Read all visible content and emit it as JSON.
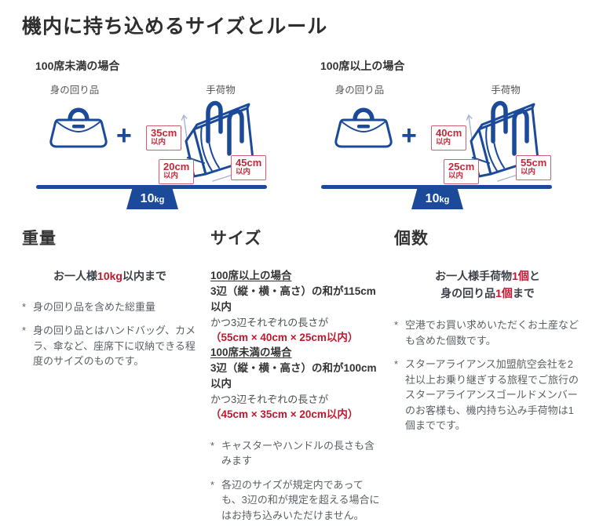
{
  "title": "機内に持ち込めるサイズとルール",
  "bullet": "*",
  "plus": "+",
  "colors": {
    "navy": "#1b4a9b",
    "red": "#c2182e",
    "badge_red": "#c2293b",
    "text_dark": "#333333",
    "text_gray": "#5a6066"
  },
  "diagrams": {
    "left": {
      "caption": "100席未満の場合",
      "personal_label": "身の回り品",
      "baggage_label": "手荷物",
      "dims": {
        "height": {
          "value": "35cm",
          "note": "以内"
        },
        "depth": {
          "value": "20cm",
          "note": "以内"
        },
        "width": {
          "value": "45cm",
          "note": "以内"
        }
      },
      "weight": {
        "value": "10",
        "unit": "kg"
      }
    },
    "right": {
      "caption": "100席以上の場合",
      "personal_label": "身の回り品",
      "baggage_label": "手荷物",
      "dims": {
        "height": {
          "value": "40cm",
          "note": "以内"
        },
        "depth": {
          "value": "25cm",
          "note": "以内"
        },
        "width": {
          "value": "55cm",
          "note": "以内"
        }
      },
      "weight": {
        "value": "10",
        "unit": "kg"
      }
    }
  },
  "weight_col": {
    "heading": "重量",
    "lead": {
      "pre": "お一人様",
      "em": "10kg",
      "post": "以内まで"
    },
    "notes": [
      "身の回り品を含めた総重量",
      "身の回り品とはハンドバッグ、カメラ、傘など、座席下に収納できる程度のサイズのものです。"
    ]
  },
  "size_col": {
    "heading": "サイズ",
    "over100": {
      "subheading": "100席以上の場合",
      "rule": "3辺（縦・横・高さ）の和が115cm以内",
      "cond": "かつ3辺それぞれの長さが",
      "limits": "（55cm × 40cm × 25cm以内）"
    },
    "under100": {
      "subheading": "100席未満の場合",
      "rule": "3辺（縦・横・高さ）の和が100cm以内",
      "cond": "かつ3辺それぞれの長さが",
      "limits": "（45cm × 35cm × 20cm以内）"
    },
    "notes": [
      "キャスターやハンドルの長さも含みます",
      "各辺のサイズが規定内であっても、3辺の和が規定を超える場合にはお持ち込みいただけません。"
    ]
  },
  "count_col": {
    "heading": "個数",
    "lead_line1": {
      "pre": "お一人様手荷物",
      "em": "1個",
      "post": "と"
    },
    "lead_line2": {
      "pre": "身の回り品",
      "em": "1個",
      "post": "まで"
    },
    "notes": [
      "空港でお買い求めいただくお土産なども含めた個数です。",
      "スターアライアンス加盟航空会社を2社以上お乗り継ぎする旅程でご旅行のスターアライアンスゴールドメンバーのお客様も、機内持ち込み手荷物は1個までです。"
    ]
  }
}
